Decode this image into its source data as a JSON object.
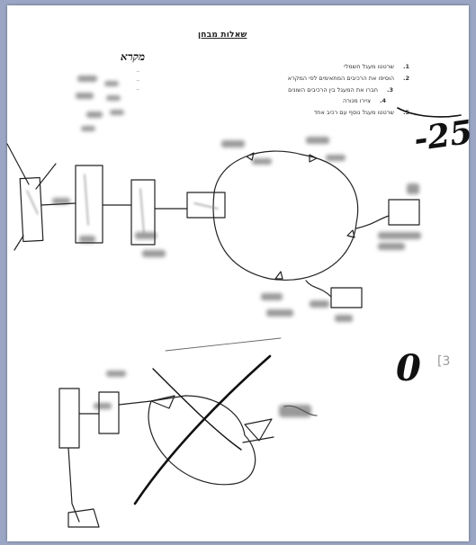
{
  "page": {
    "title": "שאלות מבחן",
    "key_heading": "מקרא",
    "key_rows": [
      "_",
      "_",
      "_"
    ],
    "grade_top": "-25",
    "grade_bottom": "0",
    "side_mark": "[3"
  },
  "instructions": [
    {
      "num": "1.",
      "text": "שרטטו מעגל חשמלי"
    },
    {
      "num": "2.",
      "text": "הוסיפו את הרכיבים המתאימים לפי המקרא"
    },
    {
      "num": "3.",
      "text": "חברו את המעגל בין הרכיבים השונים"
    },
    {
      "num": "4.",
      "text": "ציירו מנורה"
    },
    {
      "num": "5.",
      "text": "שרטטו מעגל נוסף עם רכיב אחד"
    }
  ],
  "colors": {
    "ink": "#111111",
    "background": "#9aa6c4",
    "paper": "#ffffff"
  }
}
